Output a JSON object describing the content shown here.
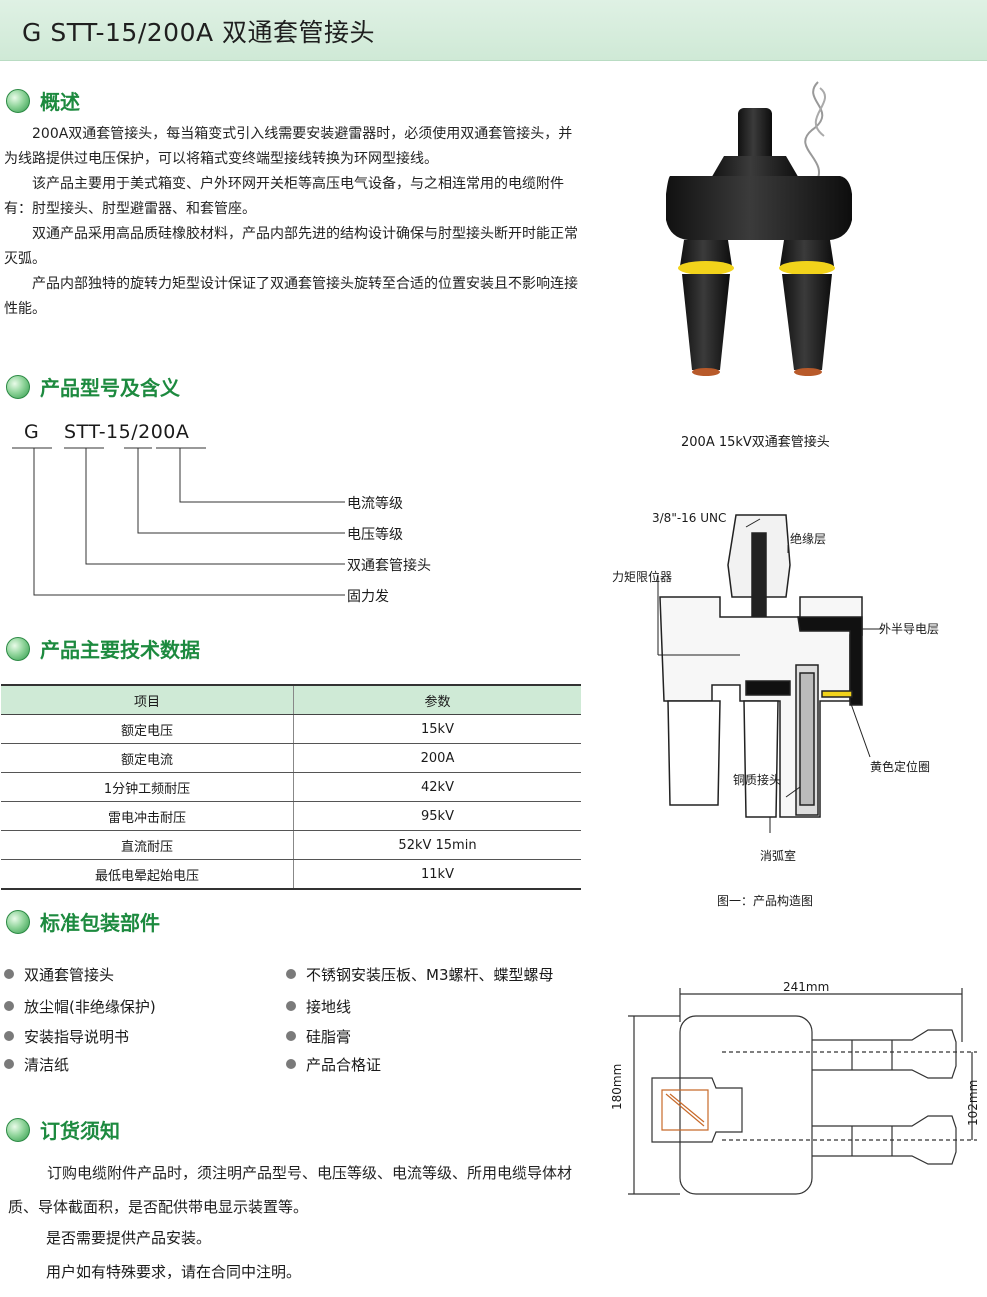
{
  "title": "G STT-15/200A 双通套管接头",
  "sections": {
    "overview": "概述",
    "model": "产品型号及含义",
    "tech": "产品主要技术数据",
    "packing": "标准包装部件",
    "ordering": "订货须知"
  },
  "overview_paragraphs": [
    "200A双通套管接头，每当箱变式引入线需要安装避雷器时，必须使用双通套管接头，并为线路提供过电压保护，可以将箱式变终端型接线转换为环网型接线。",
    "该产品主要用于美式箱变、户外环网开关柜等高压电气设备，与之相连常用的电缆附件有：肘型接头、肘型避雷器、和套管座。",
    "双通产品采用高品质硅橡胶材料，产品内部先进的结构设计确保与肘型接头断开时能正常灭弧。",
    "产品内部独特的旋转力矩型设计保证了双通套管接头旋转至合适的位置安装且不影响连接性能。"
  ],
  "model_code": {
    "prefix": "G",
    "code": "STT-15/200A",
    "meanings": [
      "电流等级",
      "电压等级",
      "双通套管接头",
      "固力发"
    ]
  },
  "tech_table": {
    "headers": [
      "项目",
      "参数"
    ],
    "rows": [
      [
        "额定电压",
        "15kV"
      ],
      [
        "额定电流",
        "200A"
      ],
      [
        "1分钟工频耐压",
        "42kV"
      ],
      [
        "雷电冲击耐压",
        "95kV"
      ],
      [
        "直流耐压",
        "52kV  15min"
      ],
      [
        "最低电晕起始电压",
        "11kV"
      ]
    ]
  },
  "packing": {
    "left": [
      "双通套管接头",
      "放尘帽(非绝缘保护)",
      "安装指导说明书",
      "清洁纸"
    ],
    "right": [
      "不锈钢安装压板、M3螺杆、蝶型螺母",
      "接地线",
      "硅脂膏",
      "产品合格证"
    ]
  },
  "ordering_paragraphs": [
    "订购电缆附件产品时，须注明产品型号、电压等级、电流等级、所用电缆导体材质、导体截面积，是否配供带电显示装置等。",
    "是否需要提供产品安装。",
    "用户如有特殊要求，请在合同中注明。"
  ],
  "photo_caption": "200A 15kV双通套管接头",
  "diagram": {
    "labels": {
      "thread": "3/8\"-16 UNC",
      "insulation": "绝缘层",
      "torque": "力矩限位器",
      "outer_semi": "外半导电层",
      "yellow_ring": "黄色定位圈",
      "copper": "铜质接头",
      "arc": "消弧室"
    },
    "caption": "图一：产品构造图"
  },
  "dims": {
    "width": "241mm",
    "height": "180mm",
    "pitch": "102mm"
  },
  "colors": {
    "accent_green": "#1d8a3f",
    "header_bg": "#cfe9d6",
    "table_head": "#cfead6",
    "ring_yellow": "#f2d31b"
  }
}
